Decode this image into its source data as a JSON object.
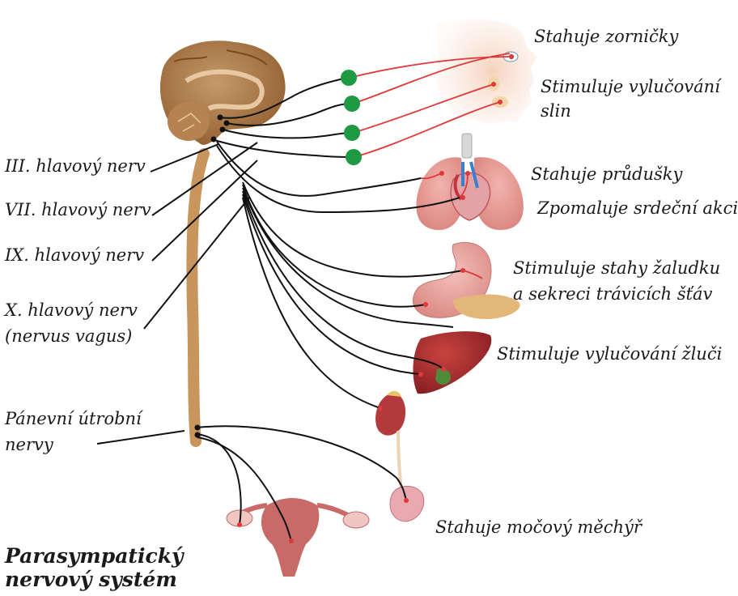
{
  "title_line1": "Parasympatický",
  "title_line2": "nervový systém",
  "nerves": {
    "n3": "III. hlavový nerv",
    "n7": "VII. hlavový nerv",
    "n9": "IX. hlavový nerv",
    "n10_line1": "X. hlavový nerv",
    "n10_line2": "(nervus vagus)",
    "pelvic_line1": "Pánevní útrobní",
    "pelvic_line2": "nervy"
  },
  "effects": {
    "eye": "Stahuje zorničky",
    "saliva_line1": "Stimuluje vylučování",
    "saliva_line2": "slin",
    "bronchi": "Stahuje průdušky",
    "heart": "Zpomaluje srdeční akci",
    "stomach_line1": "Stimuluje stahy žaludku",
    "stomach_line2": "a sekreci trávicích šťáv",
    "bile": "Stimuluje vylučování žluči",
    "bladder": "Stahuje močový měchýř"
  },
  "colors": {
    "spine": "#c8955c",
    "brain": "#a8743f",
    "ganglion": "#1e9a45",
    "nerve_black": "#111111",
    "nerve_red": "#e0383a",
    "organ_pink": "#e2908c",
    "liver": "#9a2226"
  }
}
